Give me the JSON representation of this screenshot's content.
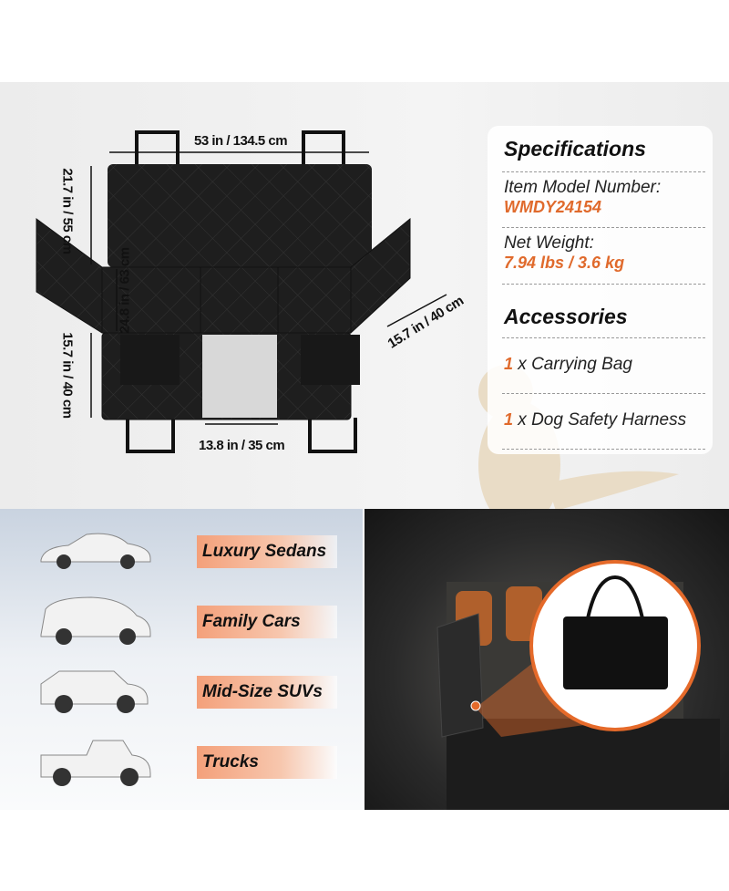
{
  "dimensions": {
    "width": "53 in / 134.5 cm",
    "backrest_height": "21.7 in / 55 cm",
    "seat_depth": "24.8 in / 63 cm",
    "lower_height": "15.7 in / 40 cm",
    "side_flap": "15.7 in / 40 cm",
    "window_width": "13.8 in / 35 cm"
  },
  "specifications": {
    "title": "Specifications",
    "model_label": "Item Model Number:",
    "model_value": "WMDY24154",
    "weight_label": "Net Weight:",
    "weight_value": "7.94 lbs / 3.6 kg"
  },
  "accessories": {
    "title": "Accessories",
    "items": [
      {
        "qty": "1",
        "label": " x Carrying Bag"
      },
      {
        "qty": "1",
        "label": " x Dog Safety Harness"
      }
    ]
  },
  "vehicles": [
    "Luxury Sedans",
    "Family Cars",
    "Mid-Size SUVs",
    "Trucks"
  ],
  "colors": {
    "accent": "#e06a2c",
    "tag": "#f4a07a"
  }
}
